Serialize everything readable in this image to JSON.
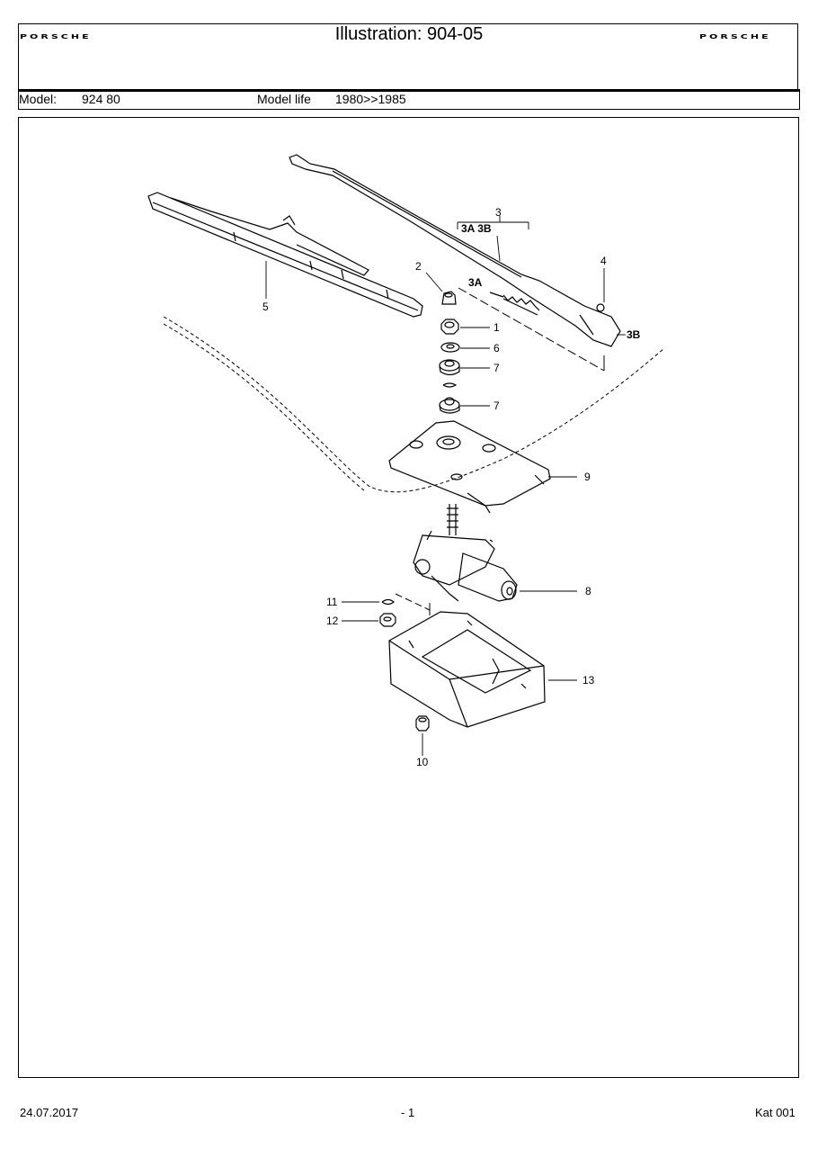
{
  "header": {
    "brand_left": "PORSCHE",
    "brand_right": "PORSCHE",
    "title": "Illustration: 904-05",
    "model_label": "Model:",
    "model_value": "924 80",
    "model_life_label": "Model life",
    "model_life_value": "1980>>1985"
  },
  "callouts": {
    "c1": "1",
    "c2": "2",
    "c3": "3",
    "c3a_3b": "3A 3B",
    "c3a": "3A",
    "c3b": "3B",
    "c4": "4",
    "c5": "5",
    "c6": "6",
    "c7a": "7",
    "c7b": "7",
    "c8": "8",
    "c9": "9",
    "c10": "10",
    "c11": "11",
    "c12": "12",
    "c13": "13"
  },
  "footer": {
    "date": "24.07.2017",
    "page": "- 1",
    "catalog": "Kat 001"
  }
}
